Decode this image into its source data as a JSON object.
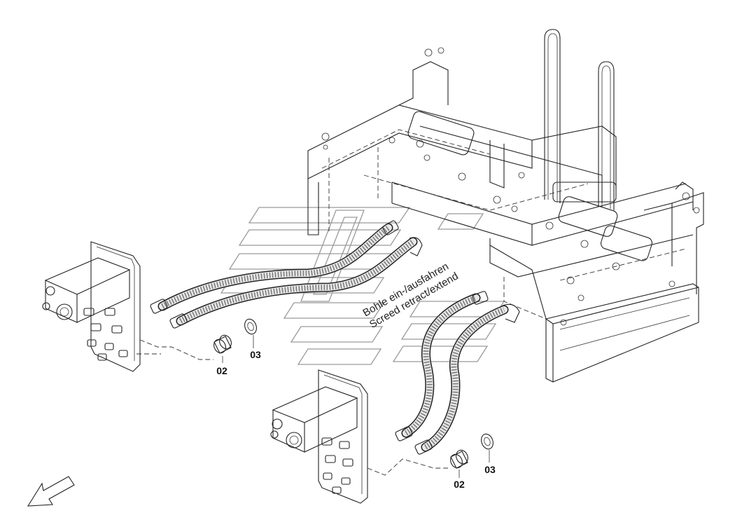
{
  "annotation": {
    "line1": "Bohle ein-/ausfahren",
    "line2": "Screed retract/extend"
  },
  "callouts": {
    "upper_part_02": "02",
    "upper_part_03": "03",
    "lower_part_02": "02",
    "lower_part_03": "03"
  },
  "icons": {
    "direction_arrow": "front-direction-arrow-icon",
    "watermark": "manufacturer-watermark-logo"
  }
}
